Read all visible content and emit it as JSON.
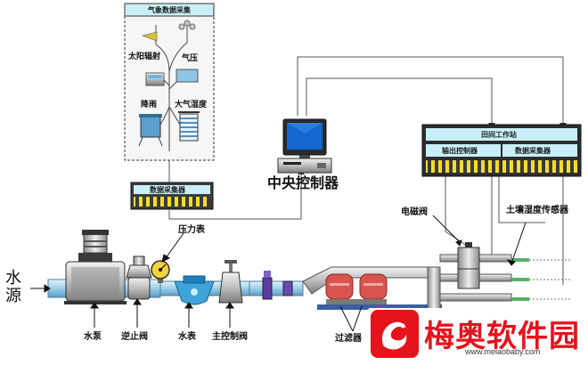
{
  "weather_panel": {
    "title": "气象数据采集",
    "solar": "太阳辐射",
    "pressure": "气压",
    "rain": "降雨",
    "humidity": "大气湿度"
  },
  "collector": {
    "label": "数据采集器"
  },
  "central": {
    "label": "中央控制器"
  },
  "field_station": {
    "title": "田间工作站",
    "output": "输出控制器",
    "data": "数据采集器"
  },
  "components": {
    "water_source": "水源",
    "pump": "水泵",
    "check_valve": "逆止阀",
    "pressure_gauge": "压力表",
    "water_meter": "水表",
    "main_valve": "主控制阀",
    "filter": "过滤器",
    "solenoid": "电磁阀",
    "soil_sensor": "土壤湿度传感器"
  },
  "watermark": {
    "name": "梅奥软件园",
    "url": "www.meiaobaby.com"
  },
  "colors": {
    "pipe_blue": "#9ccfea",
    "station_cyan": "#c9f0f8",
    "bar_yellow": "#f4dc2a",
    "monitor_blue": "#1466d0",
    "filter_red": "#d9534f",
    "brand_red": "#e6121c"
  }
}
